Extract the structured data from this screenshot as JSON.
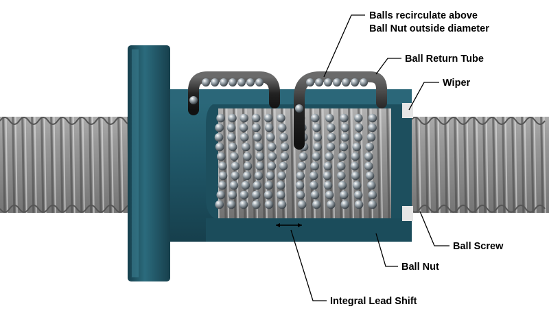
{
  "labels": {
    "recirculate_line1": "Balls recirculate above",
    "recirculate_line2": "Ball Nut outside diameter",
    "return_tube": "Ball Return Tube",
    "wiper": "Wiper",
    "ball_screw": "Ball Screw",
    "ball_nut": "Ball Nut",
    "lead_shift": "Integral Lead Shift"
  },
  "colors": {
    "nut": "#1f5a6b",
    "screw": "#8a8a8a",
    "tube": "#2a2a2a",
    "ball": "#9aa6ae",
    "wiper": "#e6e6e6"
  }
}
